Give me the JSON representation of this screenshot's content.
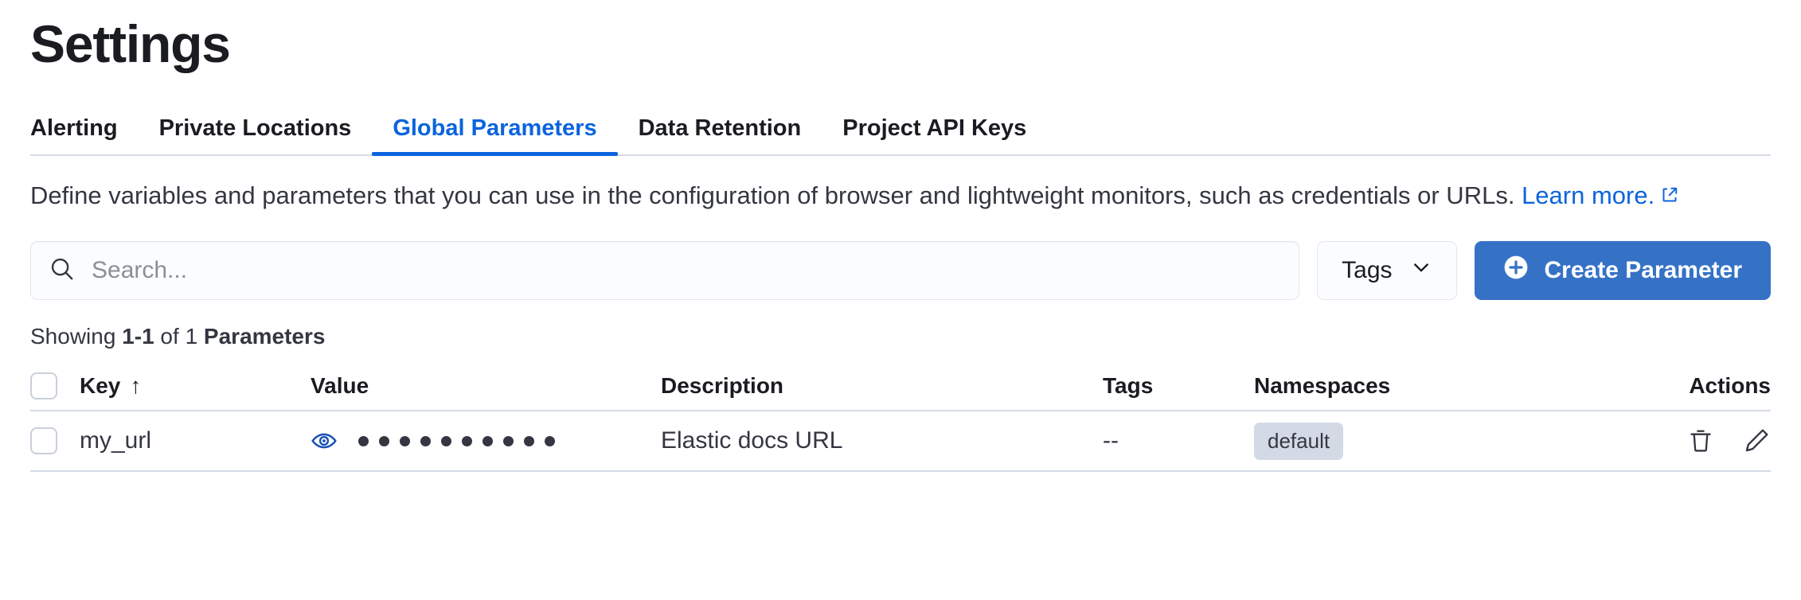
{
  "header": {
    "title": "Settings"
  },
  "tabs": [
    {
      "label": "Alerting",
      "active": false
    },
    {
      "label": "Private Locations",
      "active": false
    },
    {
      "label": "Global Parameters",
      "active": true
    },
    {
      "label": "Data Retention",
      "active": false
    },
    {
      "label": "Project API Keys",
      "active": false
    }
  ],
  "description": {
    "text": "Define variables and parameters that you can use in the configuration of browser and lightweight monitors, such as credentials or URLs.",
    "link_label": "Learn more.",
    "external_icon": "external-link-icon"
  },
  "controls": {
    "search_placeholder": "Search...",
    "search_value": "",
    "search_icon": "search-icon",
    "tags_label": "Tags",
    "tags_chevron": "chevron-down-icon",
    "create_label": "Create Parameter",
    "create_icon": "plus-circle-icon"
  },
  "results": {
    "prefix": "Showing ",
    "range": "1-1",
    "middle": " of 1 ",
    "unit": "Parameters"
  },
  "table": {
    "columns": [
      {
        "key": "select",
        "label": ""
      },
      {
        "key": "key",
        "label": "Key",
        "sort": "↑"
      },
      {
        "key": "value",
        "label": "Value"
      },
      {
        "key": "description",
        "label": "Description"
      },
      {
        "key": "tags",
        "label": "Tags"
      },
      {
        "key": "namespaces",
        "label": "Namespaces"
      },
      {
        "key": "actions",
        "label": "Actions"
      }
    ],
    "rows": [
      {
        "key": "my_url",
        "value_masked_dots": 10,
        "value_toggle_icon": "eye-icon",
        "description": "Elastic docs URL",
        "tags": "--",
        "namespace": "default",
        "actions": [
          "trash-icon",
          "pencil-icon"
        ]
      }
    ]
  },
  "colors": {
    "accent": "#0b64dd",
    "button": "#3572c6",
    "border": "#d3dae6",
    "badge": "#d3dae6",
    "eye": "#1750b5",
    "text": "#343741"
  }
}
